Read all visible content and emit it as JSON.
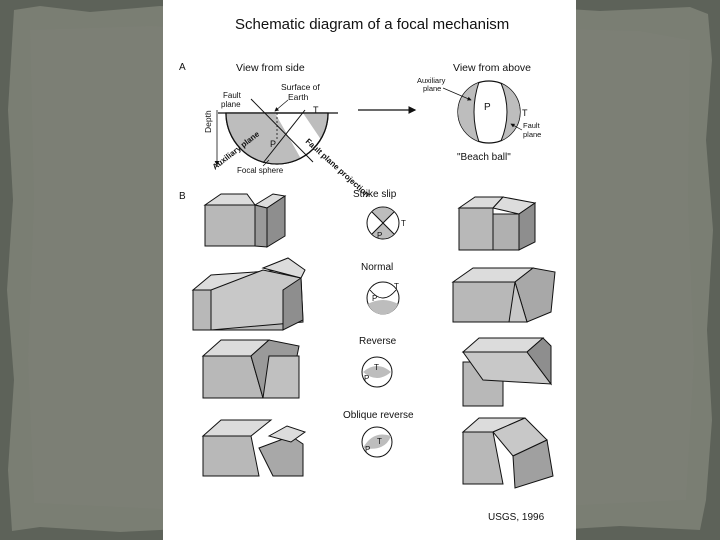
{
  "title": "Schematic diagram of a focal mechanism",
  "section_a": {
    "letter": "A",
    "view_side": "View from side",
    "view_above": "View from above",
    "surface_of_earth": [
      "Surface of",
      "Earth"
    ],
    "fault_plane": [
      "Fault",
      "plane"
    ],
    "depth": "Depth",
    "auxiliary_plane": "Auxiliary plane",
    "fault_plane_projection": "Fault plane projection",
    "focal_sphere": "Focal sphere",
    "aux_plane_above": [
      "Auxiliary",
      "plane"
    ],
    "fault_plane_above": [
      "Fault",
      "plane"
    ],
    "beach_ball": "\"Beach ball\"",
    "p": "P",
    "t": "T"
  },
  "section_b": {
    "letter": "B",
    "types": [
      "Strike slip",
      "Normal",
      "Reverse",
      "Oblique reverse"
    ]
  },
  "credit": "USGS, 1996",
  "colors": {
    "background": "#6e7268",
    "paper": "#ffffff",
    "shade_light": "#d9d9d9",
    "shade_mid": "#b8b8b8",
    "shade_dark": "#8e8e8e",
    "ink": "#111111"
  }
}
